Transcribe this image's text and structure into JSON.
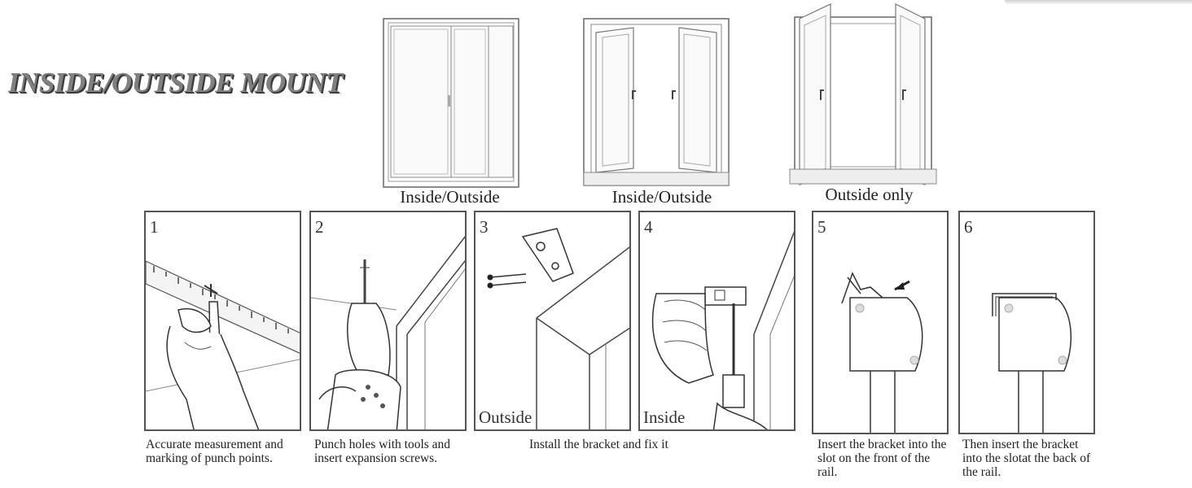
{
  "title": "INSIDE/OUTSIDE MOUNT",
  "windows": [
    {
      "caption": "Inside/Outside",
      "icon": "sliding-window-icon"
    },
    {
      "caption": "Inside/Outside",
      "icon": "casement-window-open-inward-icon"
    },
    {
      "caption": "Outside only",
      "icon": "casement-window-open-outward-icon"
    }
  ],
  "steps": [
    {
      "number": "1",
      "label": "",
      "caption": "Accurate measurement and marking of punch points.",
      "icon": "ruler-pencil-marking-icon"
    },
    {
      "number": "2",
      "label": "",
      "caption": "Punch holes with tools and insert expansion screws.",
      "icon": "drill-icon"
    },
    {
      "number": "3",
      "label": "Outside",
      "caption": "Install the bracket and fix it",
      "icon": "bracket-screws-icon"
    },
    {
      "number": "4",
      "label": "Inside",
      "caption": "",
      "icon": "screwdriver-bracket-icon"
    },
    {
      "number": "5",
      "label": "",
      "caption": "Insert the bracket into the slot on the front of the rail.",
      "icon": "rail-bracket-front-icon"
    },
    {
      "number": "6",
      "label": "",
      "caption": "Then insert the bracket into the slotat the back of the rail.",
      "icon": "rail-bracket-back-icon"
    }
  ]
}
